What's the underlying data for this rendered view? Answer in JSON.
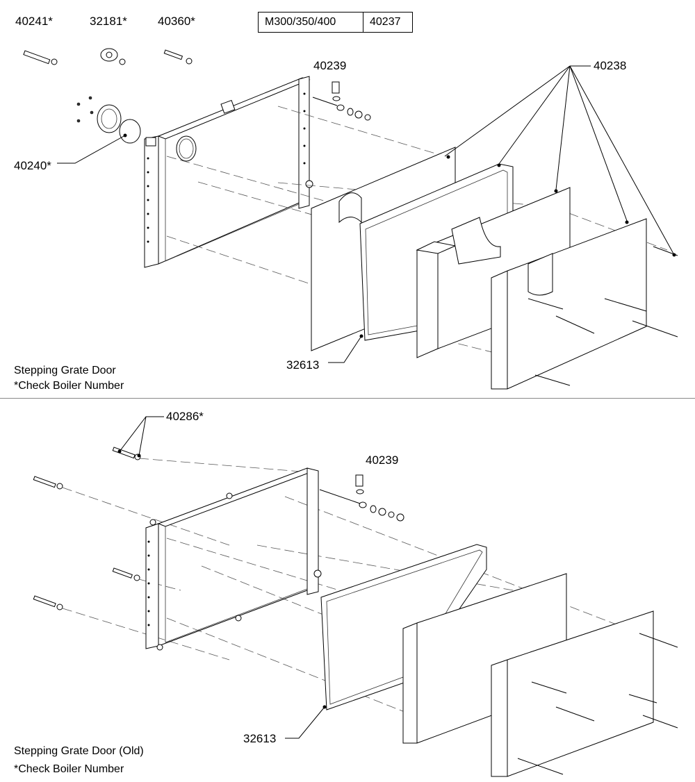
{
  "top_section": {
    "part_labels": {
      "p40241": "40241*",
      "p32181": "32181*",
      "p40360": "40360*",
      "p40239": "40239",
      "p40238": "40238",
      "p40240": "40240*",
      "p32613": "32613"
    },
    "model_table": {
      "model": "M300/350/400",
      "part": "40237"
    },
    "caption_line1": "Stepping Grate Door",
    "caption_line2": "*Check Boiler Number"
  },
  "bottom_section": {
    "part_labels": {
      "p40286": "40286*",
      "p40239": "40239",
      "p32613": "32613"
    },
    "caption_line1": "Stepping Grate Door (Old)",
    "caption_line2": "*Check Boiler Number"
  }
}
